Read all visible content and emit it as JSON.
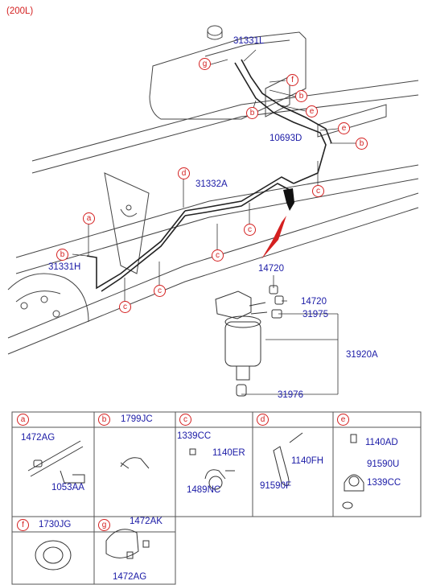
{
  "header": {
    "variant": "(200L)"
  },
  "diagram_labels": {
    "l31331L": "31331L",
    "l10693D": "10693D",
    "l31332A": "31332A",
    "l31331H": "31331H",
    "l14720_top": "14720",
    "l14720_side": "14720",
    "l31975": "31975",
    "l31920A": "31920A",
    "l31976": "31976"
  },
  "callouts": {
    "g": "g",
    "f": "f",
    "b1": "b",
    "e1": "e",
    "b2": "b",
    "e2": "e",
    "b3": "b",
    "c1": "c",
    "d": "d",
    "a": "a",
    "b4": "b",
    "c2": "c",
    "c3": "c",
    "c4": "c",
    "c5": "c"
  },
  "parts_table": {
    "a": {
      "key": "a",
      "parts": [
        "1472AG",
        "1053AA"
      ]
    },
    "b": {
      "key": "b",
      "title": "1799JC"
    },
    "c": {
      "key": "c",
      "parts": [
        "1339CC",
        "1140ER",
        "1489NC"
      ]
    },
    "d": {
      "key": "d",
      "parts": [
        "1140FH",
        "91590F"
      ]
    },
    "e": {
      "key": "e",
      "parts": [
        "1140AD",
        "91590U",
        "1339CC"
      ]
    },
    "f": {
      "key": "f",
      "title": "1730JG"
    },
    "g": {
      "key": "g",
      "parts": [
        "1472AK",
        "1472AG"
      ]
    }
  },
  "colors": {
    "label": "#1a1aa6",
    "callout": "#d42020",
    "line": "#333333"
  }
}
